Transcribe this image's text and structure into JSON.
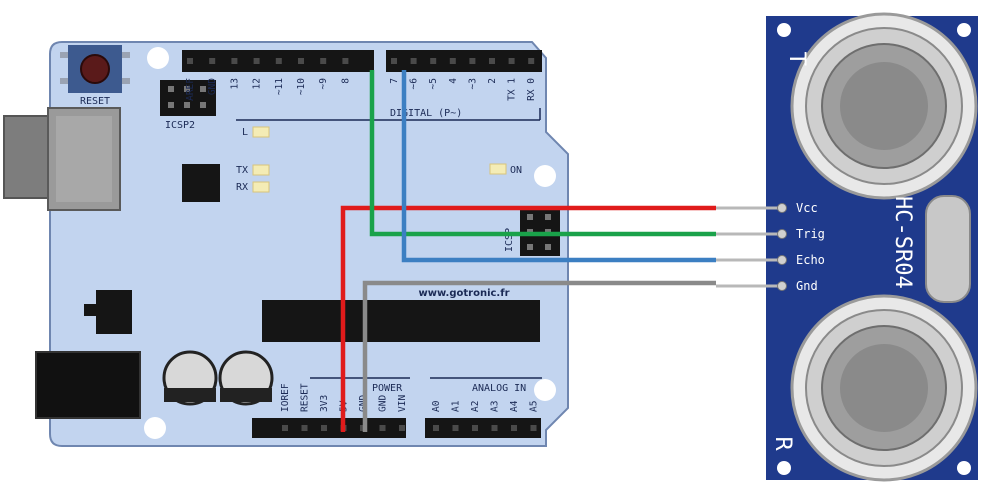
{
  "arduino": {
    "reset_label": "RESET",
    "icsp2_label": "ICSP2",
    "led_l_label": "L",
    "led_tx_label": "TX",
    "led_rx_label": "RX",
    "led_on_label": "ON",
    "digital_label": "DIGITAL (P~)",
    "icsp_label": "ICSP",
    "website": "www.gotronic.fr",
    "power_label": "POWER",
    "analog_label": "ANALOG IN",
    "digital_pins": [
      "AREF",
      "GND",
      "13",
      "12",
      "~11",
      "~10",
      "~9",
      "8",
      "7",
      "~6",
      "~5",
      "4",
      "~3",
      "2",
      "TX 1",
      "RX 0"
    ],
    "power_pins": [
      "IOREF",
      "RESET",
      "3V3",
      "5V",
      "GND",
      "GND",
      "VIN"
    ],
    "analog_pins": [
      "A0",
      "A1",
      "A2",
      "A3",
      "A4",
      "A5"
    ]
  },
  "sensor": {
    "model": "HC-SR04",
    "transmitter_label": "T",
    "receiver_label": "R",
    "pins": [
      "Vcc",
      "Trig",
      "Echo",
      "Gnd"
    ]
  },
  "wires": [
    {
      "from": "5V",
      "to": "Vcc",
      "color": "#e01b1b"
    },
    {
      "from": "8",
      "to": "Trig",
      "color": "#1aa24a"
    },
    {
      "from": "7",
      "to": "Echo",
      "color": "#3c7fc2"
    },
    {
      "from": "GND",
      "to": "Gnd",
      "color": "#8a8a8a"
    }
  ],
  "colors": {
    "board": "#c2d4ef",
    "board_edge": "#6f86b0",
    "sensor_pcb": "#1f3a8c",
    "header": "#151515"
  }
}
